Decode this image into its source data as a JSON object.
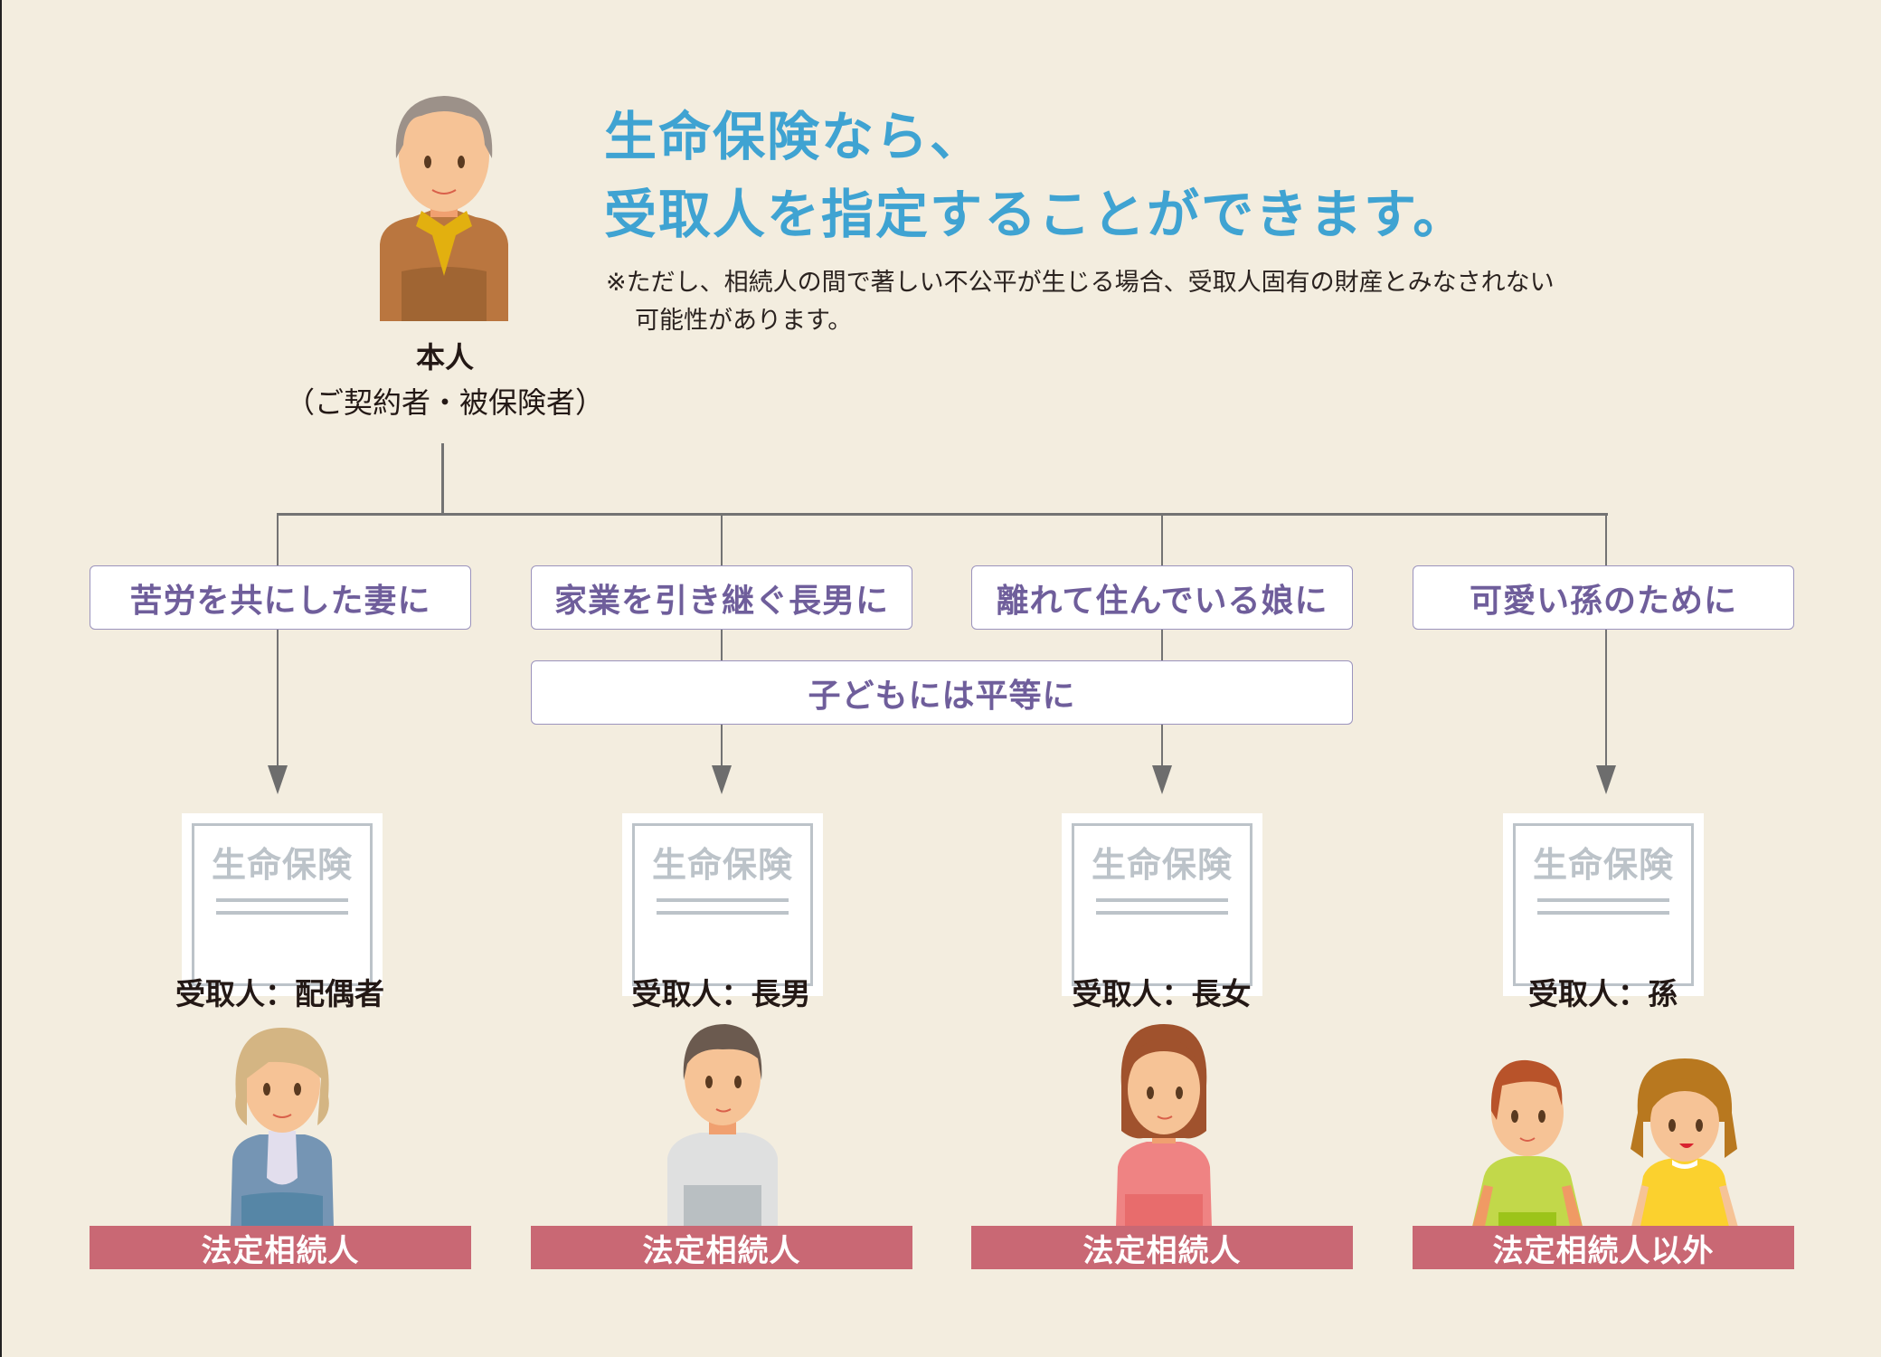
{
  "title": {
    "line1": "生命保険なら、",
    "line2": "受取人を指定することができます。"
  },
  "note": {
    "line1": "※ただし、相続人の間で著しい不公平が生じる場合、受取人固有の財産とみなされない",
    "line2": "可能性があります。"
  },
  "self": {
    "name": "本人",
    "role": "（ご契約者・被保険者）",
    "icon": "elderly-man-icon"
  },
  "purposes": [
    {
      "label": "苦労を共にした妻に"
    },
    {
      "label": "家業を引き継ぐ長男に"
    },
    {
      "label": "離れて住んでいる娘に"
    },
    {
      "label": "可愛い孫のために"
    }
  ],
  "shared_purpose": {
    "label": "子どもには平等に"
  },
  "policy_label": "生命保険",
  "recipients": [
    {
      "label": "受取人：配偶者",
      "badge": "法定相続人",
      "icon": "elderly-woman-icon"
    },
    {
      "label": "受取人：長男",
      "badge": "法定相続人",
      "icon": "young-man-icon"
    },
    {
      "label": "受取人：長女",
      "badge": "法定相続人",
      "icon": "young-woman-icon"
    },
    {
      "label": "受取人：孫",
      "badge": "法定相続人以外",
      "icon": "grandchildren-icon"
    }
  ],
  "colors": {
    "background": "#f3eddf",
    "title": "#3fa3d2",
    "purpose_text": "#6f5e9b",
    "purpose_border": "#9b93bd",
    "connector": "#737373",
    "badge": "#c96874",
    "policy_gray": "#bcc3c9"
  }
}
